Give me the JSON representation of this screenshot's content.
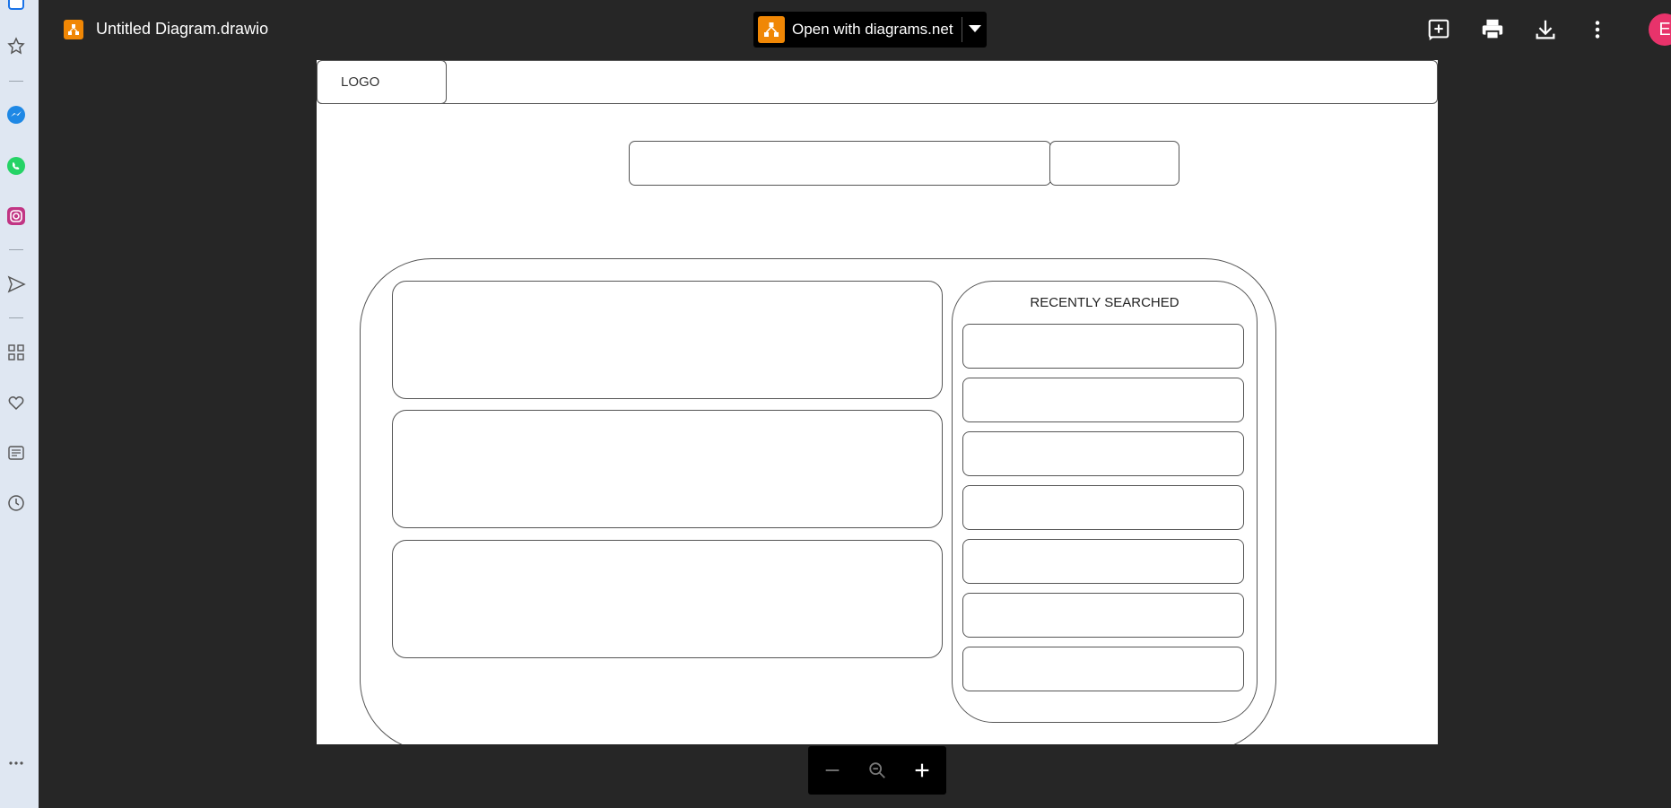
{
  "file": {
    "title": "Untitled Diagram.drawio"
  },
  "toolbar": {
    "open_with_label": "Open with diagrams.net"
  },
  "user": {
    "avatar_initial": "E"
  },
  "diagram": {
    "logo_label": "LOGO",
    "recently_searched_label": "RECENTLY SEARCHED",
    "content_cards": 3,
    "recent_items": 7
  },
  "colors": {
    "accent": "#f08705",
    "avatar": "#e8336b",
    "background": "#262626",
    "sidebar": "#dfe7f2"
  },
  "icons": {
    "sidebar": [
      "star-icon",
      "messenger-icon",
      "whatsapp-icon",
      "instagram-icon",
      "send-icon",
      "apps-icon",
      "heart-icon",
      "news-icon",
      "history-icon",
      "more-icon"
    ],
    "toolbar": [
      "add-comment-icon",
      "print-icon",
      "download-icon",
      "more-options-icon"
    ],
    "zoom": [
      "zoom-out-icon",
      "zoom-reset-icon",
      "zoom-in-icon"
    ]
  }
}
